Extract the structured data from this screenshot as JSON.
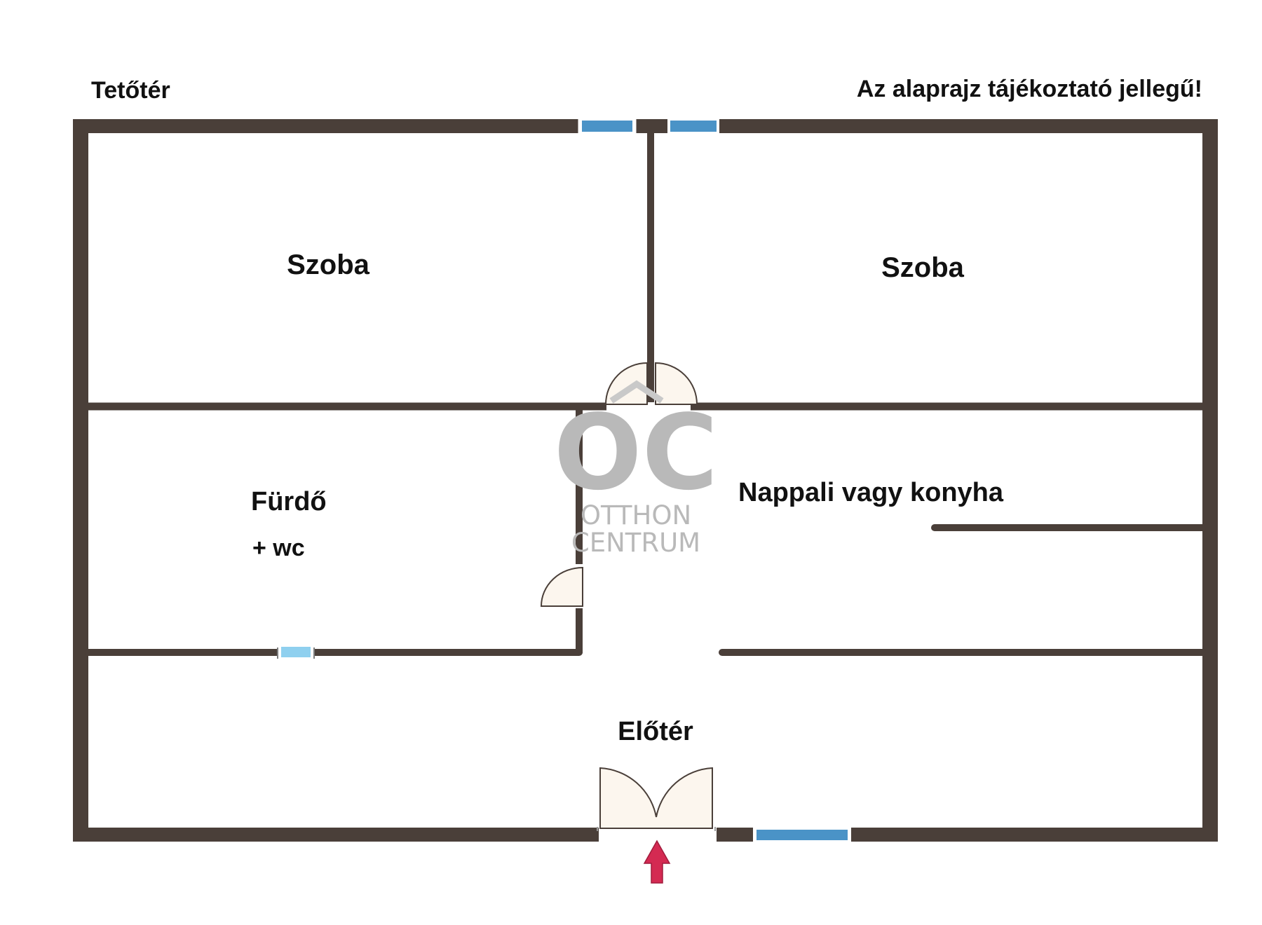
{
  "header": {
    "floor_label": "Tetőtér",
    "disclaimer": "Az alaprajz tájékoztató jellegű!"
  },
  "rooms": {
    "szoba_left": "Szoba",
    "szoba_right": "Szoba",
    "bath": "Fürdő",
    "bath_sub": "+ wc",
    "living": "Nappali vagy konyha",
    "hall": "Előtér"
  },
  "watermark": {
    "mark": "OC",
    "line1": "OTTHON",
    "line2": "CENTRUM"
  },
  "colors": {
    "wall": "#4a3f39",
    "window": "#4a93c7",
    "window_light": "#8fd0ef",
    "door_fill": "#fcf6ee",
    "entrance_arrow": "#d42a52",
    "watermark": "#b9b9b9"
  },
  "icons": {
    "entrance": "up-arrow-icon"
  }
}
